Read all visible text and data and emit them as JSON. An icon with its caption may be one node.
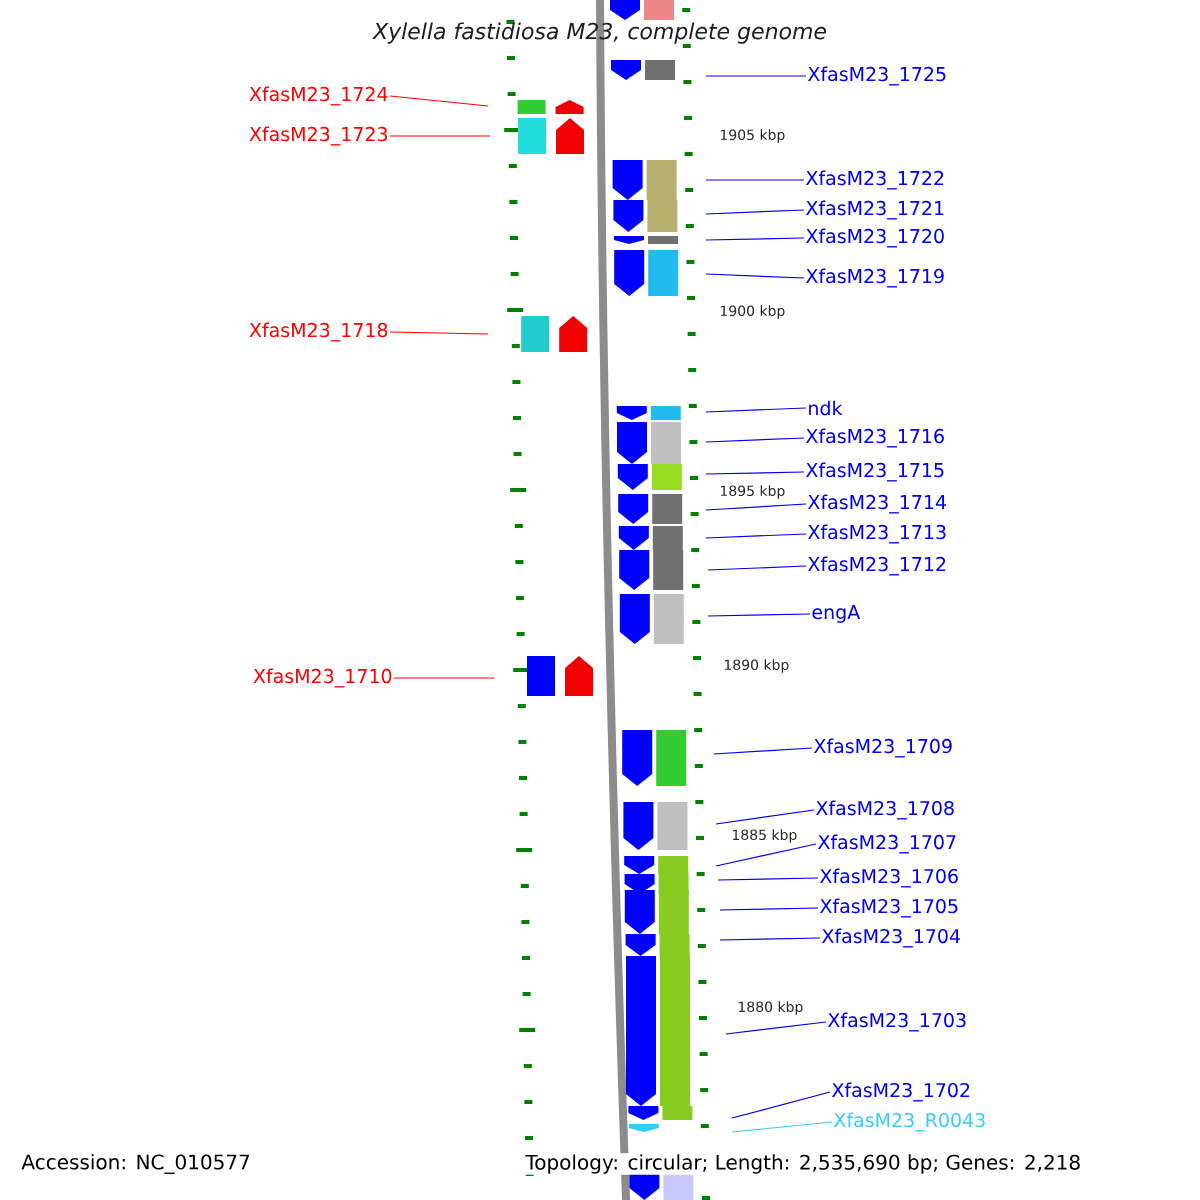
{
  "diagram": {
    "title": "Xylella fastidiosa M23, complete genome",
    "nodes": [
      {
        "text": [
          "XfasM23_1724"
        ]
      },
      {
        "text": [
          "XfasM23_1723"
        ]
      },
      {
        "text": [
          "XfasM23_1718"
        ]
      },
      {
        "text": [
          "XfasM23_1710"
        ]
      },
      {
        "text": [
          "XfasM23_1725"
        ]
      },
      {
        "text": [
          "XfasM23_1722"
        ]
      },
      {
        "text": [
          "XfasM23_1721"
        ]
      },
      {
        "text": [
          "XfasM23_1720"
        ]
      },
      {
        "text": [
          "XfasM23_1719"
        ]
      },
      {
        "text": [
          "ndk"
        ]
      },
      {
        "text": [
          "XfasM23_1716"
        ]
      },
      {
        "text": [
          "XfasM23_1715"
        ]
      },
      {
        "text": [
          "XfasM23_1714"
        ]
      },
      {
        "text": [
          "XfasM23_1713"
        ]
      },
      {
        "text": [
          "XfasM23_1712"
        ]
      },
      {
        "text": [
          "engA"
        ]
      },
      {
        "text": [
          "XfasM23_1709"
        ]
      },
      {
        "text": [
          "XfasM23_1708"
        ]
      },
      {
        "text": [
          "XfasM23_1707"
        ]
      },
      {
        "text": [
          "XfasM23_1706"
        ]
      },
      {
        "text": [
          "XfasM23_1705"
        ]
      },
      {
        "text": [
          "XfasM23_1704"
        ]
      },
      {
        "text": [
          "XfasM23_1703"
        ]
      },
      {
        "text": [
          "XfasM23_1702"
        ]
      },
      {
        "text": [
          "XfasM23_R0043"
        ]
      }
    ],
    "edges": [
      {
        "from": 0,
        "to": null,
        "arrow": "none",
        "color": "#ff0000"
      },
      {
        "from": 1,
        "to": null,
        "arrow": "none",
        "color": "#ff0000"
      },
      {
        "from": 2,
        "to": null,
        "arrow": "none",
        "color": "#ff0000"
      },
      {
        "from": 3,
        "to": null,
        "arrow": "none",
        "color": "#ff0000"
      },
      {
        "from": 4,
        "to": null,
        "arrow": "none"
      },
      {
        "from": 5,
        "to": null,
        "arrow": "none"
      },
      {
        "from": 6,
        "to": null,
        "arrow": "none"
      },
      {
        "from": 7,
        "to": null,
        "arrow": "none"
      },
      {
        "from": 8,
        "to": null,
        "arrow": "none"
      },
      {
        "from": 9,
        "to": null,
        "arrow": "none"
      },
      {
        "from": 10,
        "to": null,
        "arrow": "none"
      },
      {
        "from": 11,
        "to": null,
        "arrow": "none"
      },
      {
        "from": 12,
        "to": null,
        "arrow": "none"
      },
      {
        "from": 13,
        "to": null,
        "arrow": "none"
      },
      {
        "from": 14,
        "to": null,
        "arrow": "none"
      },
      {
        "from": 15,
        "to": null,
        "arrow": "none"
      },
      {
        "from": 16,
        "to": null,
        "arrow": "none"
      },
      {
        "from": 17,
        "to": null,
        "arrow": "none"
      },
      {
        "from": 18,
        "to": null,
        "arrow": "none"
      },
      {
        "from": 19,
        "to": null,
        "arrow": "none"
      },
      {
        "from": 20,
        "to": null,
        "arrow": "none"
      },
      {
        "from": 21,
        "to": null,
        "arrow": "none"
      },
      {
        "from": 22,
        "to": null,
        "arrow": "none"
      },
      {
        "from": 23,
        "to": null,
        "arrow": "none"
      },
      {
        "from": 24,
        "to": null,
        "arrow": "none",
        "color": "#33ccff"
      }
    ],
    "labels": [
      "1905 kbp",
      "1900 kbp",
      "1895 kbp",
      "1890 kbp",
      "1885 kbp",
      "1880 kbp",
      "Accession: NC_010577",
      "Topology: circular; Length: 2,535,690 bp; Genes: 2,218"
    ]
  }
}
